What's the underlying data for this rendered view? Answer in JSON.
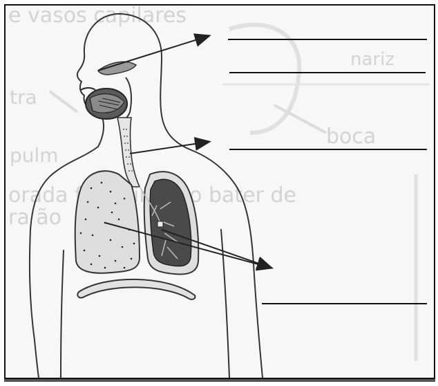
{
  "background_text": {
    "line1": "e vasos capilares",
    "nariz": "nariz",
    "traqueia_fragment": "tra",
    "boca": "boca",
    "pulmoes_fragment": "pulm",
    "sentence_fragment": "orada f    sentimos o bater de",
    "sentence_fragment2": "ra ão"
  },
  "answer_blanks": [
    {
      "label": ""
    },
    {
      "label": ""
    },
    {
      "label": ""
    },
    {
      "label": ""
    }
  ],
  "colors": {
    "outline": "#333333",
    "lung_light": "#dedede",
    "lung_dark": "#4a4a4a",
    "nasal": "#9a9a9a",
    "arrow": "#222222",
    "ghost": "#d3d3d3"
  }
}
